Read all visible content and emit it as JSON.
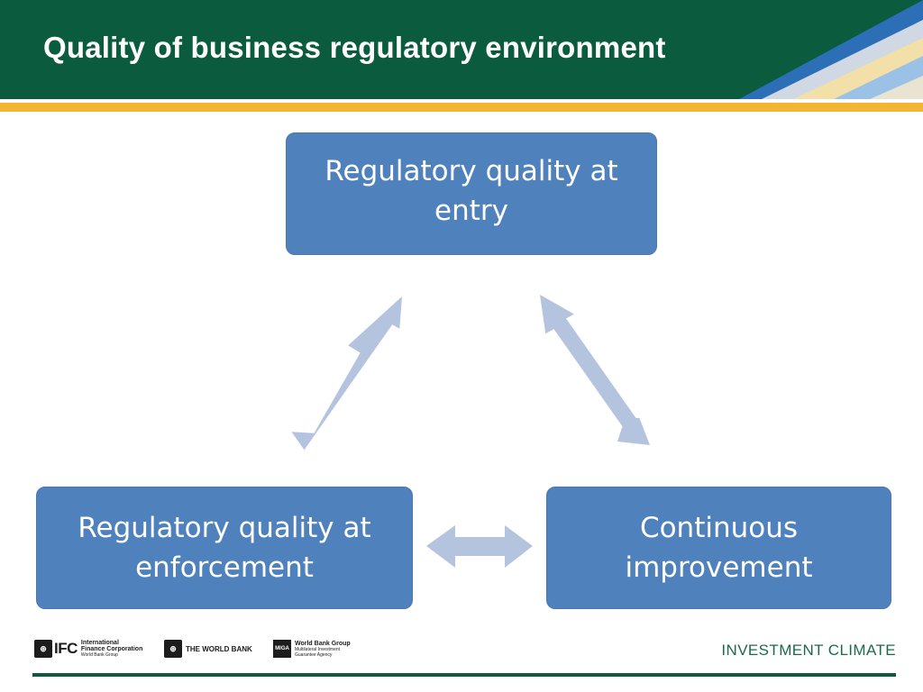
{
  "header": {
    "title": "Quality of business regulatory environment"
  },
  "diagram": {
    "boxes": {
      "entry": {
        "line1": "Regulatory quality at",
        "line2": "entry"
      },
      "enforcement": {
        "line1": "Regulatory quality at",
        "line2": "enforcement"
      },
      "improvement": {
        "line1": "Continuous",
        "line2": "improvement"
      }
    },
    "connections": [
      {
        "from": "entry",
        "to": "enforcement",
        "style": "double-headed arrow"
      },
      {
        "from": "entry",
        "to": "improvement",
        "style": "double-headed arrow"
      },
      {
        "from": "enforcement",
        "to": "improvement",
        "style": "double-headed arrow"
      }
    ]
  },
  "footer": {
    "ifc": {
      "mark": "IFC",
      "line1": "International",
      "line2": "Finance Corporation",
      "line3": "World Bank Group"
    },
    "worldbank": {
      "name": "THE WORLD BANK"
    },
    "miga": {
      "mark": "MIGA",
      "line1": "World Bank Group",
      "line2": "Multilateral Investment",
      "line3": "Guarantee Agency"
    },
    "tagline": "INVESTMENT CLIMATE"
  },
  "colors": {
    "header_bg": "#0b5b3f",
    "gold_stripe": "#f2b632",
    "box_fill": "#4f81bd",
    "arrow_fill": "#b4c4df"
  }
}
